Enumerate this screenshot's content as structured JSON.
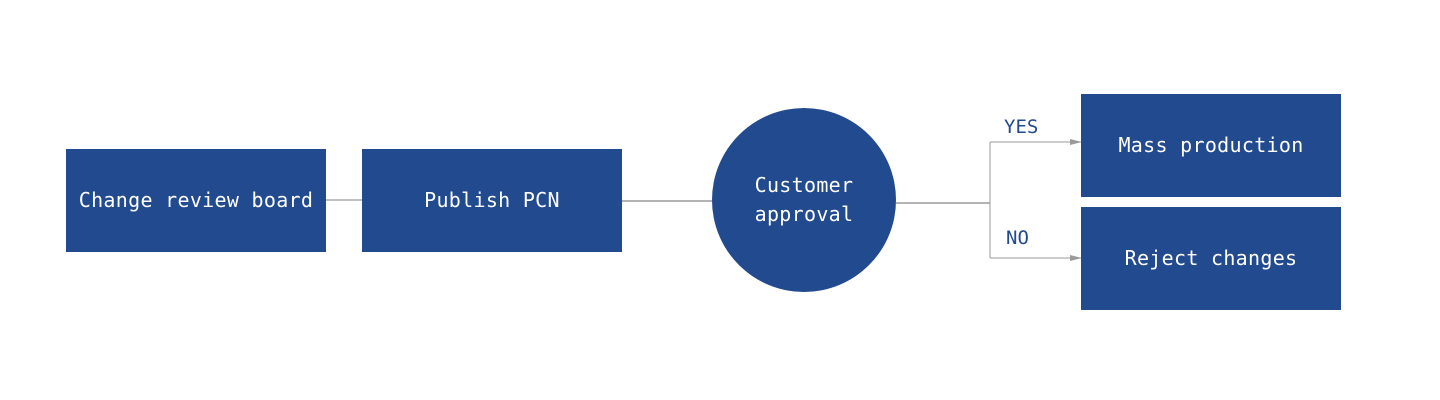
{
  "diagram": {
    "colors": {
      "node_fill": "#224a8e",
      "node_text": "#ffffff",
      "label_text": "#224a8e",
      "connector": "#9a9a9a"
    },
    "nodes": {
      "change_review_board": "Change review board",
      "publish_pcn": "Publish PCN",
      "customer_approval_line1": "Customer",
      "customer_approval_line2": "approval",
      "mass_production": "Mass production",
      "reject_changes": "Reject changes"
    },
    "branches": {
      "yes": "YES",
      "no": "NO"
    }
  }
}
